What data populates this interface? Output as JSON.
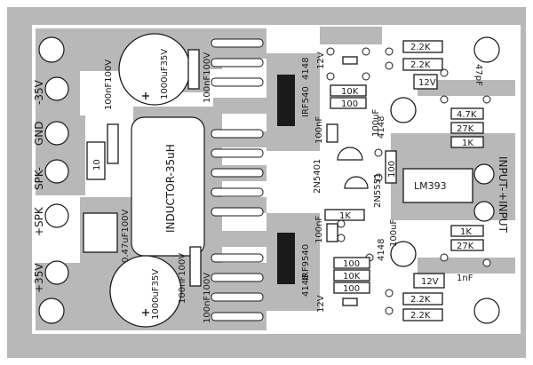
{
  "colors": {
    "copper": "#b8b8b8",
    "board": "#ffffff",
    "ink": "#1a1a1a",
    "pad": "#ffffff"
  },
  "edge_labels": {
    "neg35": "-35V",
    "gnd": "GND",
    "spk_neg": "SPK-",
    "spk_pos": "+SPK",
    "pos35": "+35V",
    "input_neg": "INPUT-",
    "input_pos": "+INPUT"
  },
  "components": {
    "cap_1000_top": "1000uF35V",
    "cap_1000_bot": "1000uF35V",
    "cap_100n_tl": "100nF100V",
    "cap_100n_tr": "100nF100V",
    "cap_100n_bl": "100nF100V",
    "cap_100n_br": "100nF100V",
    "cap_047": "0.47uF100V",
    "inductor": "INDUCTOR-35uH",
    "res_10": "10",
    "q_top": "IRF540",
    "q_bot": "IRF9540",
    "d_4148_top": "4148",
    "d_4148_bot": "4148",
    "d_4148_mid_top": "4148",
    "d_4148_mid_bot": "4148",
    "zener_12v_top": "12V",
    "zener_12v_bot": "12V",
    "zener_12v_r_top": "12V",
    "zener_12v_r_bot": "12V",
    "r_10k_top": "10K",
    "r_100_top": "100",
    "r_10k_bot": "10K",
    "r_100_bot": "100",
    "cap_100nf_mid_top": "100nF",
    "cap_100nf_mid_bot": "100nF",
    "q_2n5401": "2N5401",
    "q_2n5551": "2N5551",
    "r_1k_mid": "1K",
    "r_100_mid": "100",
    "r_100_vert": "100",
    "cap_100uf_top": "100uF",
    "cap_100uf_bot": "100uF",
    "r_22k_1": "2.2K",
    "r_22k_2": "2.2K",
    "r_22k_3": "2.2K",
    "r_22k_4": "2.2K",
    "cap_47pf": "47pF",
    "r_47k": "4.7K",
    "r_27k_top": "27K",
    "r_1k_right": "1K",
    "r_1k_low": "1K",
    "r_27k_low": "27K",
    "cap_1nf": "1nF",
    "ic": "LM393"
  }
}
